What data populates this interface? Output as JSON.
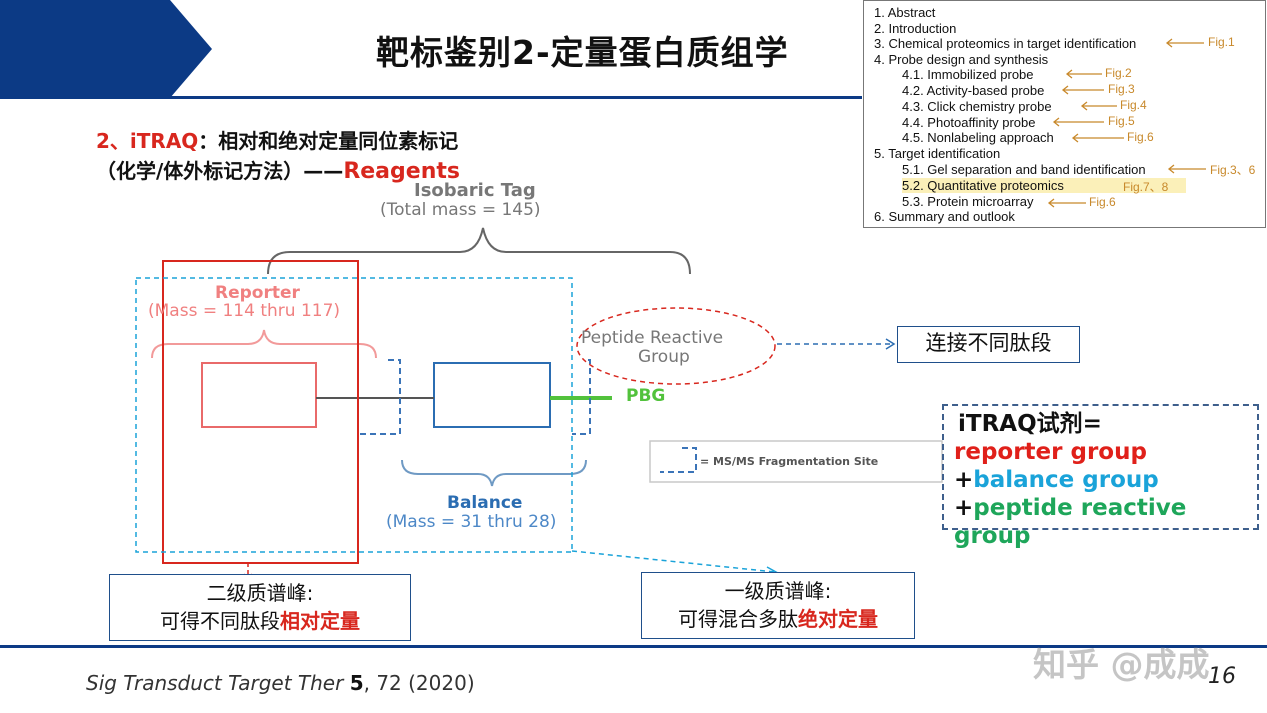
{
  "slide": {
    "title": "靶标鉴别2-定量蛋白质组学",
    "heading_prefix": "2、iTRAQ",
    "heading_rest": "：相对和绝对定量同位素标记",
    "subheading_prefix": "（化学/体外标记方法）——",
    "subheading_red": "Reagents",
    "citation_journal": "Sig Transduct Target Ther ",
    "citation_volume": "5",
    "citation_rest": ", 72 (2020)",
    "watermark": "知乎 @成成",
    "page_number": "16"
  },
  "toc": {
    "items": [
      "1. Abstract",
      "2. Introduction",
      "3. Chemical proteomics in target identification",
      "4. Probe design and synthesis",
      "4.1. Immobilized probe",
      "4.2. Activity-based probe",
      "4.3. Click chemistry probe",
      "4.4. Photoaffinity probe",
      "4.5. Nonlabeling approach",
      "5. Target identification",
      "5.1. Gel separation and band identification",
      "5.2. Quantitative proteomics",
      "5.3. Protein microarray",
      "6. Summary and outlook"
    ],
    "refs": [
      "Fig.1",
      "Fig.2",
      "Fig.3",
      "Fig.4",
      "Fig.5",
      "Fig.6",
      "Fig.3、6",
      "Fig.7、8",
      "Fig.6"
    ]
  },
  "diagram": {
    "isobaric_tag": "Isobaric Tag",
    "total_mass": "(Total mass = 145)",
    "reporter": "Reporter",
    "reporter_mass": "(Mass = 114 thru 117)",
    "peptide_reactive_1": "Peptide Reactive",
    "peptide_reactive_2": "Group",
    "pbg": "PBG",
    "balance": "Balance",
    "balance_mass": "(Mass = 31 thru 28)",
    "legend": "= MS/MS Fragmentation Site",
    "connect_label": "连接不同肽段"
  },
  "callouts": {
    "left_line1": "二级质谱峰:",
    "left_line2_plain": "可得不同肽段",
    "left_line2_red": "相对定量",
    "right_line1": "一级质谱峰:",
    "right_line2_plain": "可得混合多肽",
    "right_line2_red": "绝对定量"
  },
  "formula": {
    "title": "iTRAQ试剂=",
    "reporter": "reporter group",
    "plus1": "+",
    "balance": "balance group",
    "plus2": "+",
    "peptide": "peptide reactive group"
  },
  "colors": {
    "brand_blue": "#0c3a85",
    "red": "#d8271e",
    "cyan": "#1aa3d9",
    "green": "#1ea65a",
    "orange_ref": "#c8892b"
  }
}
